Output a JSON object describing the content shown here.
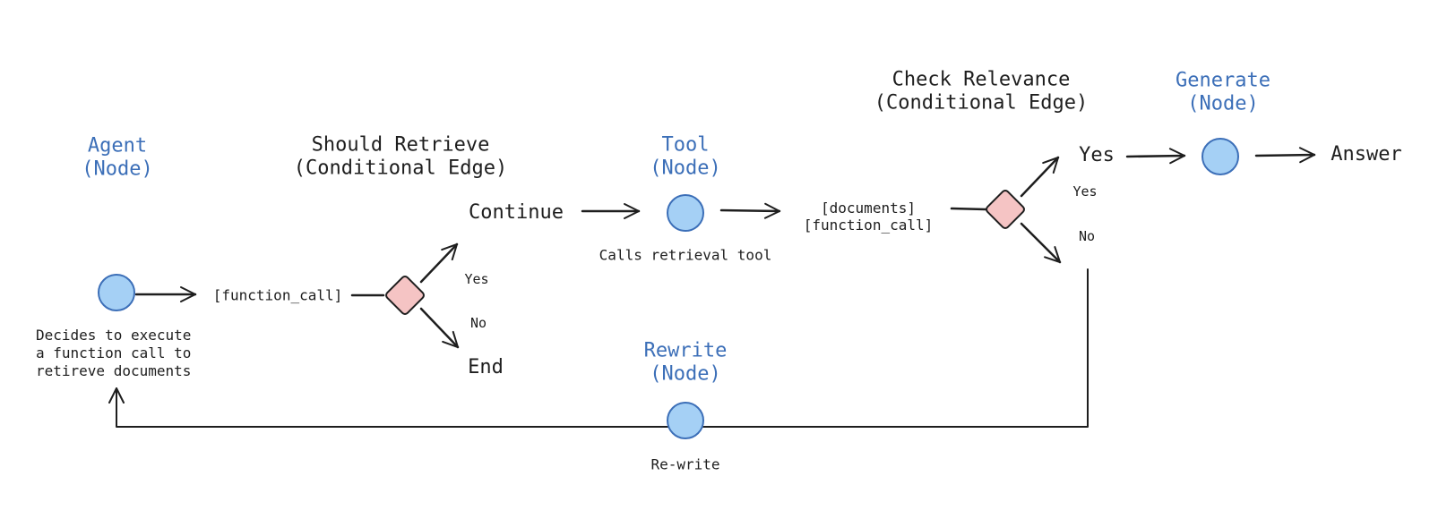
{
  "nodes": {
    "agent": {
      "title": "Agent\n(Node)",
      "caption": "Decides to execute\na function call to\nretireve documents"
    },
    "tool": {
      "title": "Tool\n(Node)",
      "caption": "Calls retrieval tool"
    },
    "rewrite": {
      "title": "Rewrite\n(Node)",
      "caption": "Re-write"
    },
    "generate": {
      "title": "Generate\n(Node)"
    }
  },
  "edges": {
    "should_retrieve": {
      "title": "Should Retrieve\n(Conditional Edge)",
      "yes_label": "Yes",
      "no_label": "No"
    },
    "check_relevance": {
      "title": "Check Relevance\n(Conditional Edge)",
      "yes_label": "Yes",
      "no_label": "No"
    }
  },
  "labels": {
    "function_call": "[function_call]",
    "documents_function_call": "[documents]\n[function_call]",
    "continue": "Continue",
    "end": "End",
    "yes": "Yes",
    "answer": "Answer"
  },
  "colors": {
    "node_fill": "#a5d0f5",
    "node_stroke": "#3c6fb8",
    "decision_fill": "#f5c4c4",
    "decision_stroke": "#1e1e1e",
    "node_title": "#3c6fb8",
    "text": "#1e1e1e"
  }
}
